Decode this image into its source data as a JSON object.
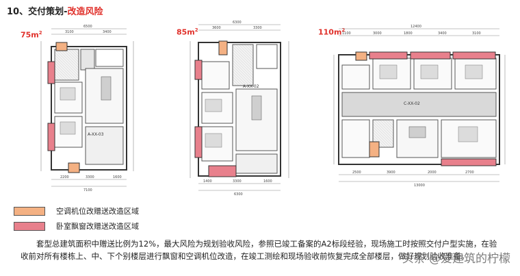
{
  "header": {
    "title": "10、交付策划-",
    "risk": "改造风险"
  },
  "plans": [
    {
      "area": "75m",
      "code": "A-XX-03",
      "top_dims": [
        "6500",
        "3100",
        "3400"
      ],
      "bottom_dims": [
        "2200",
        "3300",
        "1600"
      ],
      "bottom_total": "7100"
    },
    {
      "area": "85m",
      "code": "A-XX-02",
      "top_dims": [
        "6300",
        "3600",
        "3300"
      ],
      "bottom_dims": [
        "1400",
        "3300",
        "1600"
      ],
      "bottom_total": "6300"
    },
    {
      "area": "110m",
      "code": "C-XX-02",
      "top_dims": [
        "12400",
        "1100",
        "3000",
        "1800",
        "3400",
        "3100"
      ],
      "bottom_dims": [
        "2500",
        "3900",
        "2000",
        "2700"
      ],
      "bottom_total": "13000"
    }
  ],
  "legend": [
    {
      "label": "空调机位改赠送改造区域",
      "color": "#f4b183"
    },
    {
      "label": "卧室飘窗改赠送改造区域",
      "color": "#e8808c"
    }
  ],
  "description": "套型总建筑面积中赠送比例为12%，最大风险为规划验收风险，参照已竣工备案的A2标段经验，现场施工时按照交付户型实施，在验收前对所有楼栋上、中、下个别楼层进行飘窗和空调机位改造，在竣工测绘和现场验收前恢复完成全部楼层，做好规划验收准备。",
  "watermark": "头条 @爱建筑的柠檬",
  "colors": {
    "accent": "#e0302a",
    "ac": "#f4b183",
    "window": "#e8808c"
  }
}
